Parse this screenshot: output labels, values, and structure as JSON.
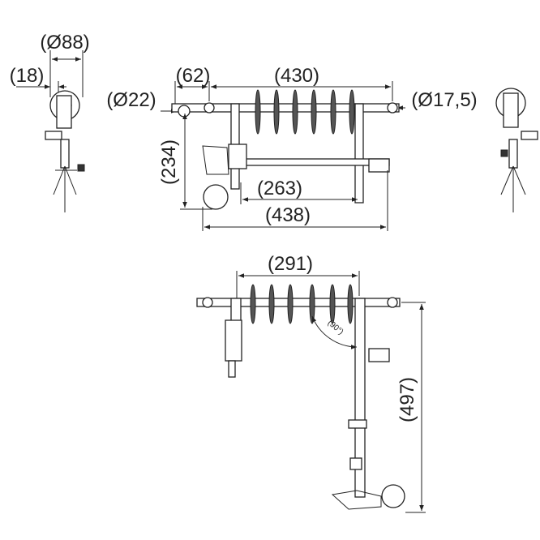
{
  "dimensions": {
    "side_diameter": "(Ø88)",
    "side_offset": "(18)",
    "left_eye_diameter": "(Ø22)",
    "eye_spacing": "(62)",
    "insulator_length": "(430)",
    "right_eye_diameter": "(Ø17,5)",
    "height_top": "(234)",
    "frame_width": "(263)",
    "overall_length": "(438)",
    "bottom_span": "(291)",
    "bottom_height": "(497)",
    "rotation_angle": "(90°)"
  }
}
